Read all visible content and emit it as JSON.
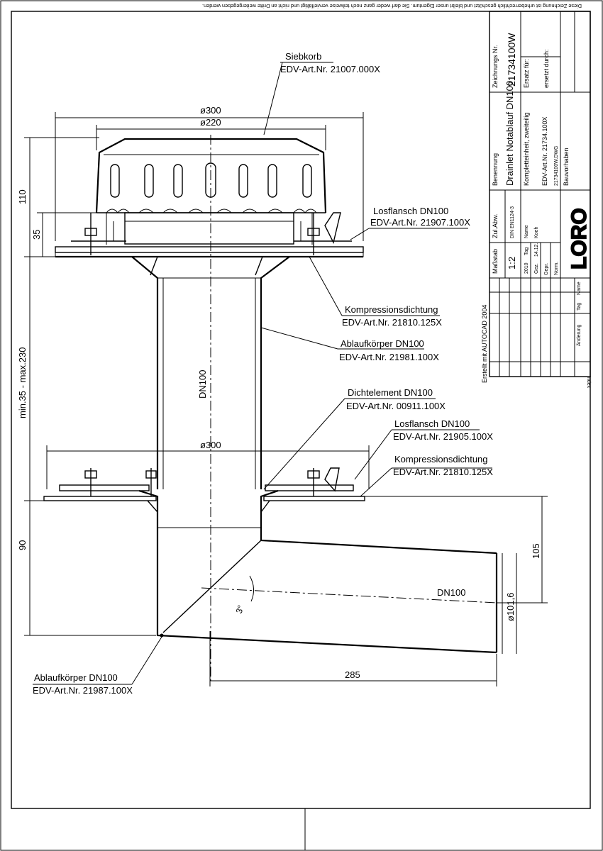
{
  "copyright_notice": "Diese Zeichnung ist urheberrechtlich geschützt und bleibt unser Eigentum. Sie darf weder ganz noch teilweise vervielfältigt und nicht an Dritte weitergegeben werden.",
  "title_block": {
    "zeichnungs_nr_label": "Zeichnungs Nr.",
    "zeichnungs_nr": "21734100W",
    "ersatz_fuer_label": "Ersatz für:",
    "ersetzt_durch_label": "ersetzt durch:",
    "benennung_label": "Benennung",
    "benennung": "Drainlet Notablauf DN100",
    "komplett": "Kompletteinheit, zweiteilig",
    "edv_nr": "EDV-Art.Nr. 21734.100X",
    "dwg_file": "21734100W.DWG",
    "bauvorhaben_label": "Bauvorhaben",
    "massstab_label": "Maßstab",
    "massstab": "1:2",
    "zul_abw_label": "Zul.Abw.",
    "norm": "DIN EN1124-3",
    "year": "2010",
    "tag_label": "Tag",
    "name_label": "Name",
    "gez_label": "Gez.",
    "gez_tag": "14.12.",
    "gez_name": "Koeh",
    "gepr_label": "Gepr.",
    "norm_label": "Norm.",
    "logo": "LORO",
    "erstellt": "Erstellt mit AUTOCAD 2004",
    "index_label": "Index",
    "aenderung_label": "Änderung"
  },
  "callouts": {
    "siebkorb": {
      "name": "Siebkorb",
      "nr": "EDV-Art.Nr. 21007.000X"
    },
    "losflansch_top": {
      "name": "Losflansch DN100",
      "nr": "EDV-Art.Nr. 21907.100X"
    },
    "kompression_top": {
      "name": "Kompressionsdichtung",
      "nr": "EDV-Art.Nr. 21810.125X"
    },
    "ablauf_top": {
      "name": "Ablaufkörper DN100",
      "nr": "EDV-Art.Nr. 21981.100X"
    },
    "dichtelement": {
      "name": "Dichtelement DN100",
      "nr": "EDV-Art.Nr. 00911.100X"
    },
    "losflansch_bottom": {
      "name": "Losflansch DN100",
      "nr": "EDV-Art.Nr. 21905.100X"
    },
    "kompression_bottom": {
      "name": "Kompressionsdichtung",
      "nr": "EDV-Art.Nr. 21810.125X"
    },
    "ablauf_bottom": {
      "name": "Ablaufkörper DN100",
      "nr": "EDV-Art.Nr. 21987.100X"
    }
  },
  "dimensions": {
    "d300_top": "ø300",
    "d220": "ø220",
    "h110": "110",
    "h35": "35",
    "range": "min.35 - max.230",
    "dn_vertical": "DN100",
    "d300_bottom": "ø300",
    "h90": "90",
    "h105": "105",
    "dn_horizontal": "DN100",
    "d101": "ø101,6",
    "angle": "3°",
    "l285": "285"
  }
}
